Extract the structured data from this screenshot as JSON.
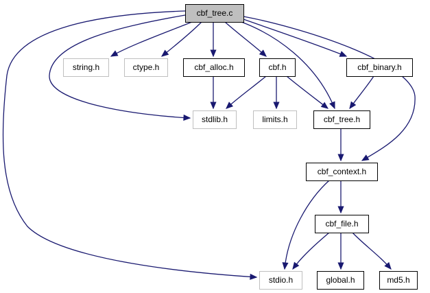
{
  "colors": {
    "edge": "#191970",
    "root_fill": "#bfbfbf",
    "node_border": "#000000",
    "system_border": "#bfbfbf",
    "background": "#ffffff"
  },
  "graph": {
    "nodes": [
      {
        "id": "cbf_tree_c",
        "label": "cbf_tree.c",
        "kind": "root"
      },
      {
        "id": "string_h",
        "label": "string.h",
        "kind": "system"
      },
      {
        "id": "ctype_h",
        "label": "ctype.h",
        "kind": "system"
      },
      {
        "id": "cbf_alloc_h",
        "label": "cbf_alloc.h",
        "kind": "project"
      },
      {
        "id": "cbf_h",
        "label": "cbf.h",
        "kind": "project"
      },
      {
        "id": "cbf_binary_h",
        "label": "cbf_binary.h",
        "kind": "project"
      },
      {
        "id": "stdlib_h",
        "label": "stdlib.h",
        "kind": "system"
      },
      {
        "id": "limits_h",
        "label": "limits.h",
        "kind": "system"
      },
      {
        "id": "cbf_tree_h",
        "label": "cbf_tree.h",
        "kind": "project"
      },
      {
        "id": "cbf_context_h",
        "label": "cbf_context.h",
        "kind": "project"
      },
      {
        "id": "cbf_file_h",
        "label": "cbf_file.h",
        "kind": "project"
      },
      {
        "id": "stdio_h",
        "label": "stdio.h",
        "kind": "system"
      },
      {
        "id": "global_h",
        "label": "global.h",
        "kind": "project"
      },
      {
        "id": "md5_h",
        "label": "md5.h",
        "kind": "project"
      }
    ],
    "edges": [
      {
        "from": "cbf_tree_c",
        "to": "string_h"
      },
      {
        "from": "cbf_tree_c",
        "to": "ctype_h"
      },
      {
        "from": "cbf_tree_c",
        "to": "cbf_alloc_h"
      },
      {
        "from": "cbf_tree_c",
        "to": "cbf_h"
      },
      {
        "from": "cbf_tree_c",
        "to": "cbf_binary_h"
      },
      {
        "from": "cbf_tree_c",
        "to": "stdlib_h"
      },
      {
        "from": "cbf_tree_c",
        "to": "cbf_tree_h"
      },
      {
        "from": "cbf_tree_c",
        "to": "cbf_context_h"
      },
      {
        "from": "cbf_tree_c",
        "to": "stdio_h"
      },
      {
        "from": "cbf_alloc_h",
        "to": "stdlib_h"
      },
      {
        "from": "cbf_h",
        "to": "stdlib_h"
      },
      {
        "from": "cbf_h",
        "to": "limits_h"
      },
      {
        "from": "cbf_h",
        "to": "cbf_tree_h"
      },
      {
        "from": "cbf_binary_h",
        "to": "cbf_tree_h"
      },
      {
        "from": "cbf_tree_h",
        "to": "cbf_context_h"
      },
      {
        "from": "cbf_context_h",
        "to": "cbf_file_h"
      },
      {
        "from": "cbf_context_h",
        "to": "stdio_h"
      },
      {
        "from": "cbf_file_h",
        "to": "stdio_h"
      },
      {
        "from": "cbf_file_h",
        "to": "global_h"
      },
      {
        "from": "cbf_file_h",
        "to": "md5_h"
      }
    ]
  }
}
